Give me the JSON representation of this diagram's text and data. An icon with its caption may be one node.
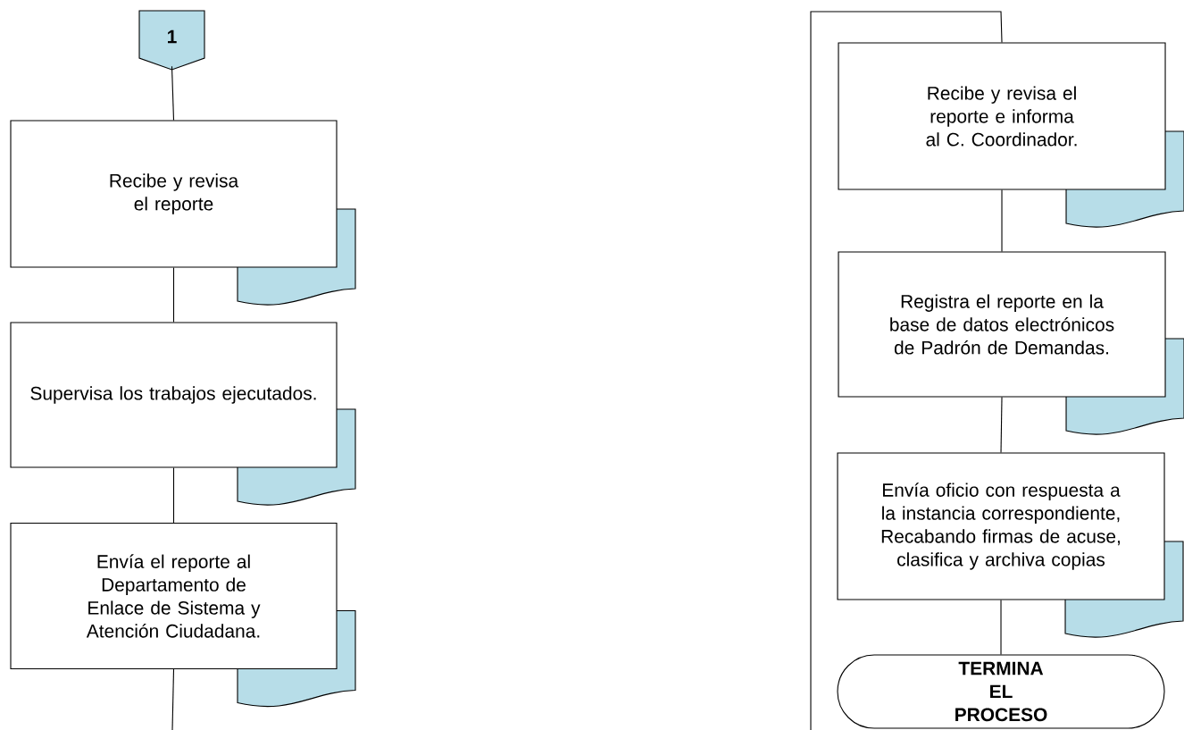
{
  "diagram": {
    "nodes": [
      {
        "text": [
          "1"
        ]
      },
      {
        "text": [
          "Recibe y revisa el reporte"
        ]
      },
      {
        "text": [
          "Supervisa los trabajos ejecutados."
        ]
      },
      {
        "text": [
          "Envía el reporte al Departamento de Enlace de Sistema y Atención Ciudadana."
        ]
      },
      {
        "text": [
          "Recibe y revisa el reporte e informa al C. Coordinador."
        ]
      },
      {
        "text": [
          "Registra el reporte en la base de datos electrónicos de Padrón de Demandas."
        ]
      },
      {
        "text": [
          "Envía oficio con respuesta a la instancia correspondiente, Recabando firmas de acuse, clasifica y archiva copias"
        ]
      },
      {
        "text": [
          "TERMINA EL PROCESO"
        ]
      }
    ],
    "edges": [
      {
        "from": 0,
        "to": 1,
        "arrow": "none"
      },
      {
        "from": 1,
        "to": 2,
        "arrow": "none"
      },
      {
        "from": 2,
        "to": 3,
        "arrow": "none"
      },
      {
        "from": 3,
        "to": null,
        "arrow": "none"
      },
      {
        "from": null,
        "to": 4,
        "arrow": "none"
      },
      {
        "from": 4,
        "to": 5,
        "arrow": "none"
      },
      {
        "from": 5,
        "to": 6,
        "arrow": "none"
      },
      {
        "from": 6,
        "to": 7,
        "arrow": "none"
      }
    ]
  }
}
